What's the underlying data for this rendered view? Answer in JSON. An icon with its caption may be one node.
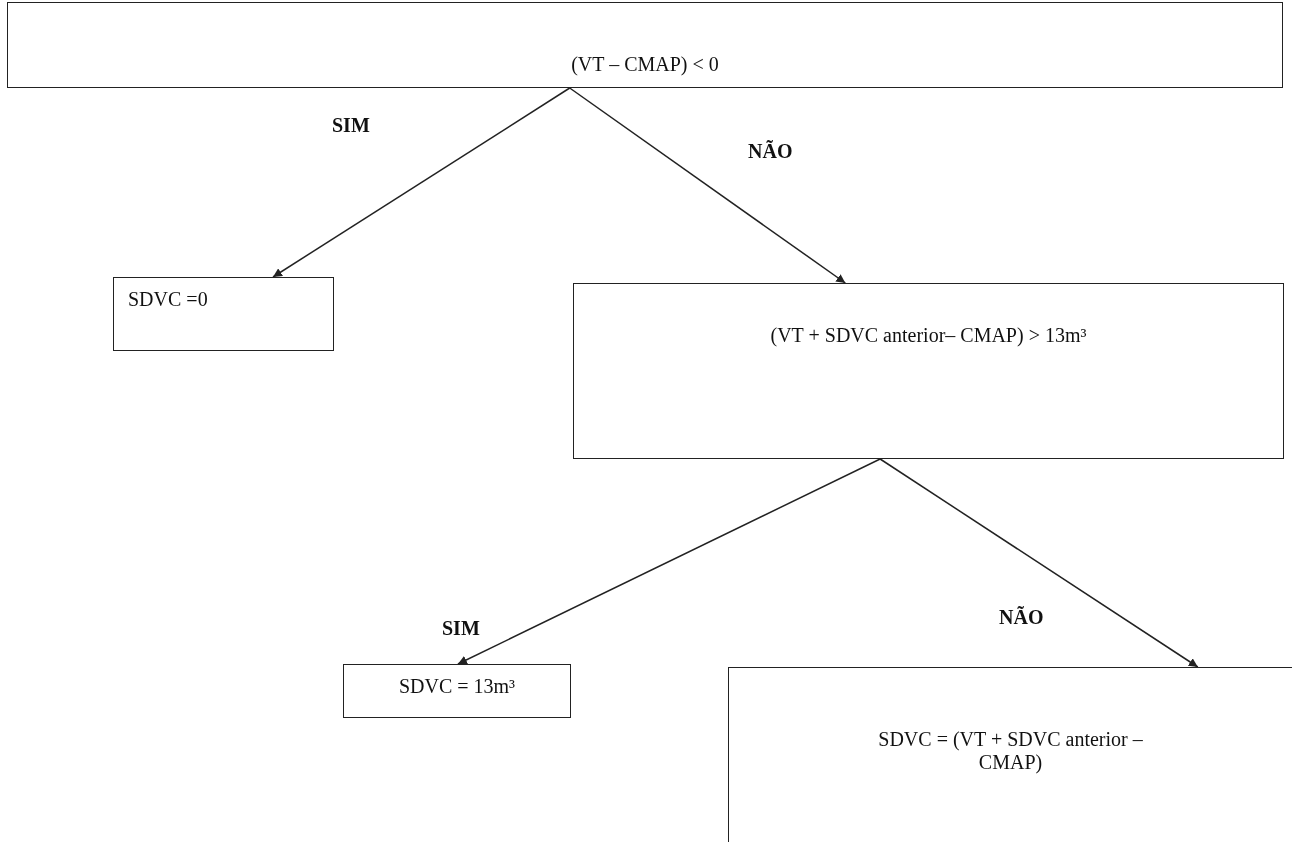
{
  "diagram": {
    "nodes": [
      {
        "text": [
          "(VT – CMAP) < 0"
        ]
      },
      {
        "text": [
          "SDVC =0"
        ]
      },
      {
        "text": [
          "(VT + SDVC anterior– CMAP) > 13m³"
        ]
      },
      {
        "text": [
          "SDVC = 13m³"
        ]
      },
      {
        "text": [
          "SDVC = (VT + SDVC anterior – CMAP)"
        ]
      }
    ],
    "edges": [
      {
        "from": 0,
        "to": 1,
        "arrow": "to",
        "label": "SIM"
      },
      {
        "from": 0,
        "to": 2,
        "arrow": "to",
        "label": "NÃO"
      },
      {
        "from": 2,
        "to": 3,
        "arrow": "to",
        "label": "SIM"
      },
      {
        "from": 2,
        "to": 4,
        "arrow": "to",
        "label": "NÃO"
      }
    ]
  }
}
